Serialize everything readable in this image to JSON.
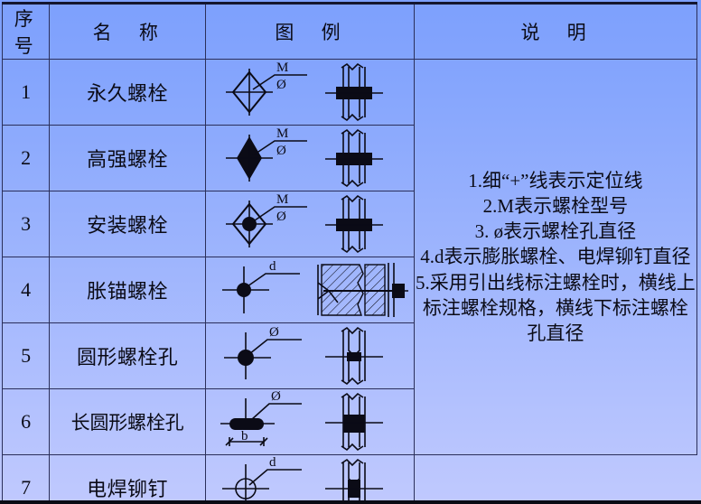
{
  "table": {
    "headers": {
      "no": "序号",
      "name": "名　称",
      "symbol": "图　例",
      "description": "说　明"
    },
    "rows": [
      {
        "no": "1",
        "name": "永久螺栓",
        "symbol_labels": {
          "top": "M",
          "bottom": "Ø"
        }
      },
      {
        "no": "2",
        "name": "高强螺栓",
        "symbol_labels": {
          "top": "M",
          "bottom": "Ø"
        }
      },
      {
        "no": "3",
        "name": "安装螺栓",
        "symbol_labels": {
          "top": "M",
          "bottom": "Ø"
        }
      },
      {
        "no": "4",
        "name": "胀锚螺栓",
        "symbol_labels": {
          "top": "d",
          "bottom": ""
        }
      },
      {
        "no": "5",
        "name": "圆形螺栓孔",
        "symbol_labels": {
          "top": "Ø",
          "bottom": ""
        }
      },
      {
        "no": "6",
        "name": "长圆形螺栓孔",
        "symbol_labels": {
          "top": "Ø",
          "bottom": "b"
        }
      },
      {
        "no": "7",
        "name": "电焊铆钉",
        "symbol_labels": {
          "top": "d",
          "bottom": ""
        }
      }
    ],
    "description": {
      "lines": [
        "1.细“+”线表示定位线",
        "2.M表示螺栓型号",
        "3. ø表示螺栓孔直径",
        "4.d表示膨胀螺栓、电焊铆钉直径",
        "5.采用引出线标注螺栓时，横线上标注螺栓规格，横线下标注螺栓孔直径"
      ]
    }
  },
  "colors": {
    "background_top": "#7da0fd",
    "background_bottom": "#c0c9fe",
    "ink": "#0b0b16",
    "border": "#2b2f5a"
  }
}
